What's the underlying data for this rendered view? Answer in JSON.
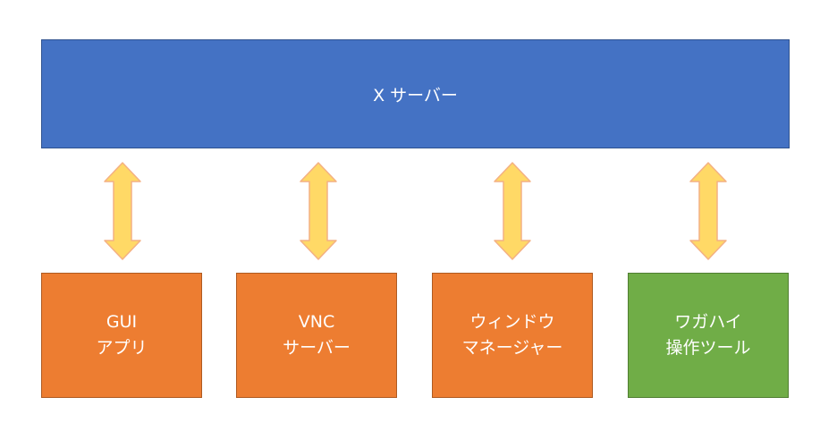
{
  "server": {
    "label": "X サーバー"
  },
  "clients": [
    {
      "line1": "GUI",
      "line2": "アプリ"
    },
    {
      "line1": "VNC",
      "line2": "サーバー"
    },
    {
      "line1": "ウィンドウ",
      "line2": "マネージャー"
    },
    {
      "line1": "ワガハイ",
      "line2": "操作ツール"
    }
  ],
  "colors": {
    "server_fill": "#4472c4",
    "client_fill": "#ed7d31",
    "tool_fill": "#70ad47",
    "arrow_fill": "#ffd966",
    "arrow_stroke": "#f4b183",
    "text": "#ffffff"
  }
}
